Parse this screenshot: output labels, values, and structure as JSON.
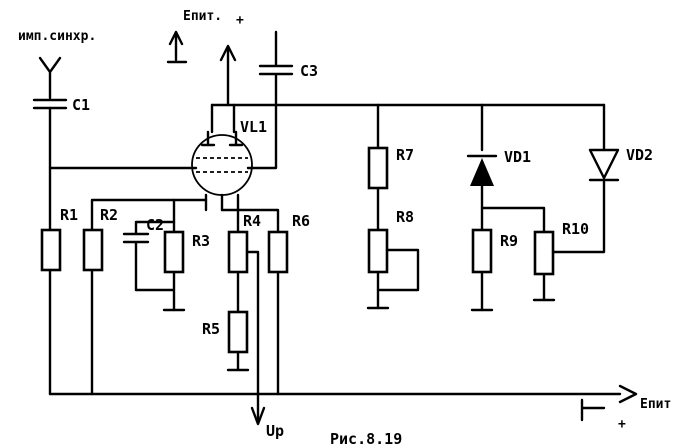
{
  "labels": {
    "sync_input": "имп.синхр.",
    "supply": "Епит.",
    "supply_sign": "+",
    "output_voltage": "Up",
    "output_supply": "Епит",
    "output_sign": "+",
    "caption": "Рис.8.19"
  },
  "components": {
    "c1": "C1",
    "c2": "C2",
    "c3": "C3",
    "r1": "R1",
    "r2": "R2",
    "r3": "R3",
    "r4": "R4",
    "r5": "R5",
    "r6": "R6",
    "r7": "R7",
    "r8": "R8",
    "r9": "R9",
    "r10": "R10",
    "vl1": "VL1",
    "vd1": "VD1",
    "vd2": "VD2"
  }
}
